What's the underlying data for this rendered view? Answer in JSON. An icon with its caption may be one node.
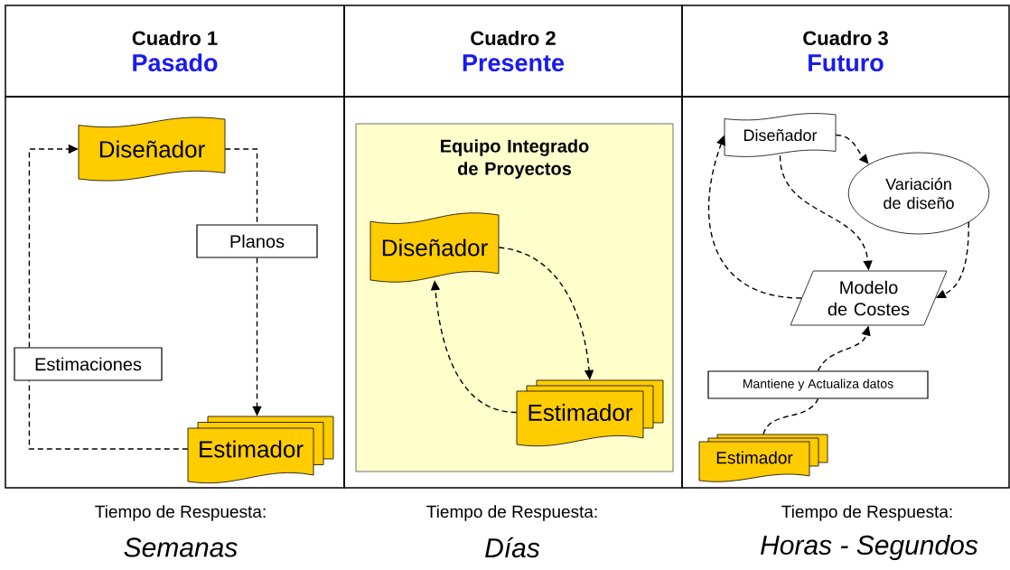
{
  "diagram": {
    "nodes": [
      {
        "text": [
          "Cuadro 1",
          "Pasado"
        ]
      },
      {
        "text": [],
        "shape": "box"
      },
      {
        "text": [
          "Diseñador"
        ],
        "in": 1
      },
      {
        "text": [
          "Planos"
        ],
        "in": 1
      },
      {
        "text": [
          "Estimaciones"
        ],
        "in": 1
      },
      {
        "text": [
          "Estimador"
        ],
        "in": 1
      },
      {
        "text": [
          "Cuadro 2",
          "Presente"
        ]
      },
      {
        "text": [],
        "shape": "box"
      },
      {
        "text": [
          "Equipo Integrado de Proyectos"
        ],
        "in": 7
      },
      {
        "text": [
          "Diseñador"
        ],
        "in": 8
      },
      {
        "text": [
          "Estimador"
        ],
        "in": 8
      },
      {
        "text": [
          "Cuadro 3",
          "Futuro"
        ]
      },
      {
        "text": [],
        "shape": "box"
      },
      {
        "text": [
          "Diseñador"
        ],
        "in": 12
      },
      {
        "text": [
          "Variación de diseño"
        ],
        "in": 12
      },
      {
        "text": [
          "Modelo de Costes"
        ],
        "in": 12
      },
      {
        "text": [
          "Mantiene y Actualiza datos"
        ],
        "in": 12
      },
      {
        "text": [
          "Estimador"
        ],
        "in": 12
      }
    ],
    "edges": [
      {
        "from": 2,
        "to": 3,
        "arrow": "none",
        "style": "dashed"
      },
      {
        "from": 3,
        "to": 5,
        "arrow": "to",
        "style": "dashed"
      },
      {
        "from": 5,
        "to": 4,
        "arrow": "none",
        "style": "dashed"
      },
      {
        "from": 4,
        "to": 2,
        "arrow": "to",
        "style": "dashed"
      },
      {
        "from": 9,
        "to": 10,
        "arrow": "to",
        "style": "dashed"
      },
      {
        "from": 10,
        "to": 9,
        "arrow": "to",
        "style": "dashed"
      },
      {
        "from": 13,
        "to": 14,
        "arrow": "to",
        "style": "dashed"
      },
      {
        "from": 13,
        "to": 15,
        "arrow": "to",
        "style": "dashed"
      },
      {
        "from": 14,
        "to": 15,
        "arrow": "to",
        "style": "dashed"
      },
      {
        "from": 15,
        "to": 13,
        "arrow": "to",
        "style": "dashed"
      },
      {
        "from": 17,
        "to": 16,
        "arrow": "none",
        "style": "dashed"
      },
      {
        "from": 16,
        "to": 15,
        "arrow": "to",
        "style": "dashed"
      }
    ],
    "labels": [
      "Tiempo de Respuesta:",
      "Semanas",
      "Tiempo de Respuesta:",
      "Días",
      "Tiempo de Respuesta:",
      "Horas - Segundos"
    ]
  }
}
